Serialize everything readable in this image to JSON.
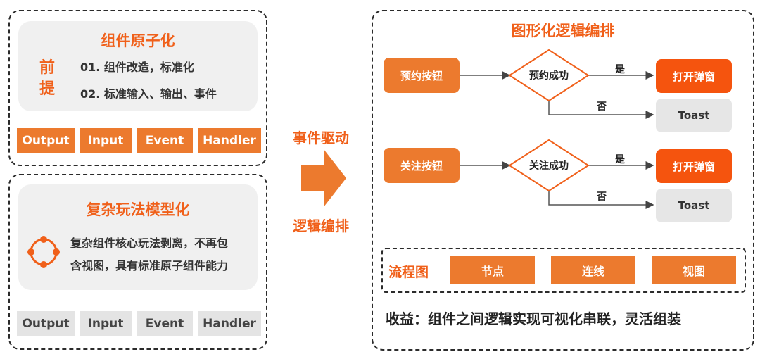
{
  "left_top": {
    "title": "组件原子化",
    "side_label": [
      "前",
      "提"
    ],
    "lines": [
      "01. 组件改造，标准化",
      "02. 标准输入、输出、事件"
    ],
    "chips": [
      "Output",
      "Input",
      "Event",
      "Handler"
    ]
  },
  "left_bottom": {
    "title": "复杂玩法模型化",
    "lines": [
      "复杂组件核心玩法剥离，不再包",
      "含视图，具有标准原子组件能力"
    ],
    "chips": [
      "Output",
      "Input",
      "Event",
      "Handler"
    ]
  },
  "middle": {
    "top_label": "事件驱动",
    "bottom_label": "逻辑编排"
  },
  "right": {
    "title": "图形化逻辑编排",
    "flows": [
      {
        "start": "预约按钮",
        "decision": "预约成功",
        "yes_label": "是",
        "yes_node": "打开弹窗",
        "no_label": "否",
        "no_node": "Toast"
      },
      {
        "start": "关注按钮",
        "decision": "关注成功",
        "yes_label": "是",
        "yes_node": "打开弹窗",
        "no_label": "否",
        "no_node": "Toast"
      }
    ],
    "flowchart_label": "流程图",
    "flowchart_chips": [
      "节点",
      "连线",
      "视图"
    ],
    "benefit": "收益：组件之间逻辑实现可视化串联，灵活组装"
  },
  "colors": {
    "orange": "#ec7a2e",
    "red_orange": "#f5540e",
    "title_orange": "#f0601a",
    "grey": "#e4e4e4"
  }
}
